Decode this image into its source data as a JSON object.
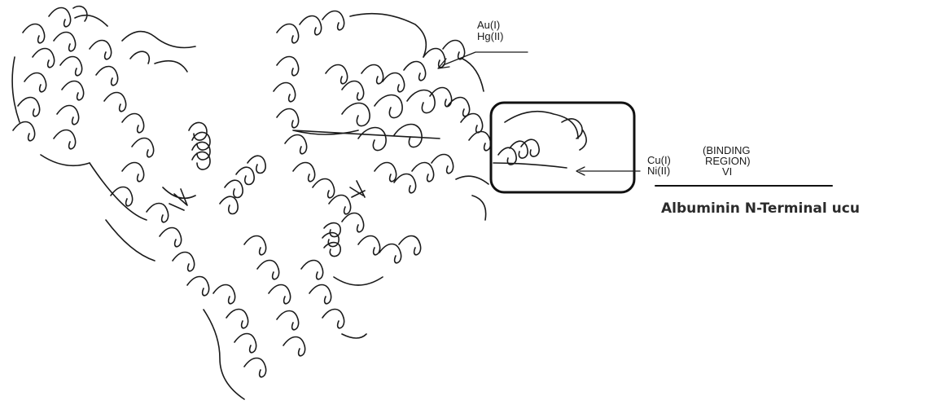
{
  "labels": {
    "au": "Au(I)",
    "hg": "Hg(II)",
    "cu": "Cu(I)",
    "ni": "Ni(II)",
    "binding_1": "(BINDING",
    "binding_2": "REGION)",
    "binding_3": "VI"
  },
  "caption": "Albuminin N-Terminal ucu",
  "colors": {
    "ink": "#1a1a1a",
    "caption": "#2b2b2b",
    "background": "#ffffff"
  }
}
